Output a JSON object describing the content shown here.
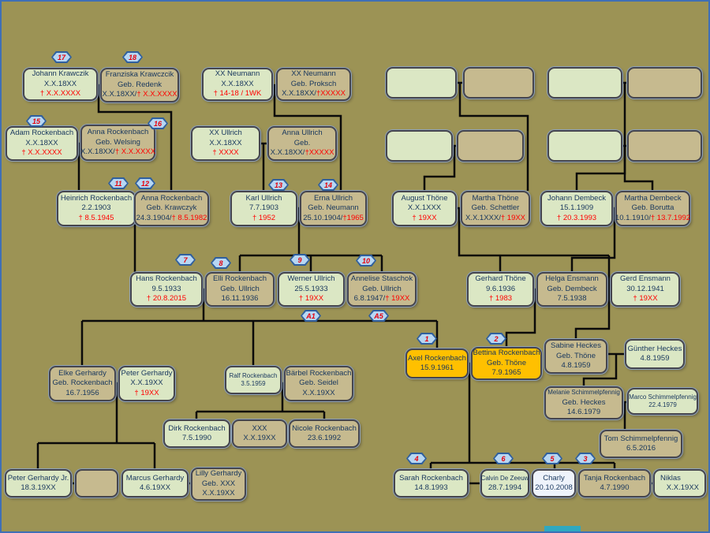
{
  "palette": {
    "background": "#9c9355",
    "frame_border": "#3f6fb5",
    "box_green": "#dbe7c4",
    "box_tan": "#c6ba8f",
    "box_orange": "#ffc000",
    "box_white": "#eef3fb",
    "connector_line": "#000000",
    "text_navy": "#17365d",
    "death_red": "#ff0000",
    "badge_fill": "#b7d7f3",
    "badge_border": "#2f5f9e",
    "accent_teal": "#2fa8c0"
  },
  "badges": {
    "b1": "1",
    "b2": "2",
    "b3": "3",
    "b4": "4",
    "b5": "5",
    "b6": "6",
    "b7": "7",
    "b8": "8",
    "b9": "9",
    "b10": "10",
    "b11": "11",
    "b12": "12",
    "b13": "13",
    "b14": "14",
    "b15": "15",
    "b16": "16",
    "b17": "17",
    "b18": "18",
    "bA1": "A1",
    "bA5": "A5"
  },
  "persons": {
    "johann_krawczik": {
      "name": "Johann Krawczik",
      "l2": "X.X.18XX",
      "red": "† X.X.XXXX"
    },
    "franziska_krawczcik": {
      "name": "Franziska Krawczcik",
      "l2": "Geb. Redenk",
      "l3": "X.X.18XX/",
      "red": "† X.X.XXXX"
    },
    "xx_neumann_m": {
      "name": "XX Neumann",
      "l2": "X.X.18XX",
      "red": "† 14-18 / 1WK"
    },
    "xx_neumann_f": {
      "name": "XX Neumann",
      "l2": "Geb. Proksch",
      "l3": "X.X.18XX/",
      "red": "†XXXXX"
    },
    "adam_rockenbach": {
      "name": "Adam Rockenbach",
      "l2": "X.X.18XX",
      "red": "† X.X.XXXX"
    },
    "anna_rockenbach_welsing": {
      "name": "Anna Rockenbach",
      "l2": "Geb. Welsing",
      "l3": "X.X.18XX/",
      "red": "† X.X.XXXX"
    },
    "xx_ullrich": {
      "name": "XX Ullrich",
      "l2": "X.X.18XX",
      "red": "† XXXX"
    },
    "anna_ullrich": {
      "name": "Anna Ullrich",
      "l2": "Geb.",
      "l3": "X.X.18XX/",
      "red": "†XXXXX"
    },
    "heinrich_rockenbach": {
      "name": "Heinrich Rockenbach",
      "l2": "2.2.1903",
      "red": "† 8.5.1945"
    },
    "anna_rockenbach_krawczyk": {
      "name": "Anna Rockenbach",
      "l2": "Geb. Krawczyk",
      "l3": "24.3.1904/",
      "red": "† 8.5.1982"
    },
    "karl_ullrich": {
      "name": "Karl Ullrich",
      "l2": "7.7.1903",
      "red": "† 1952"
    },
    "erna_ullrich": {
      "name": "Erna Ullrich",
      "l2": "Geb. Neumann",
      "l3": "25.10.1904/",
      "red": "†1965"
    },
    "august_thoene": {
      "name": "August Thöne",
      "l2": "X.X.1XXX",
      "red": "† 19XX"
    },
    "martha_thoene": {
      "name": "Martha Thöne",
      "l2": "Geb. Schettler",
      "l3": "X.X.1XXX/",
      "red": "† 19XX"
    },
    "johann_dembeck": {
      "name": "Johann Dembeck",
      "l2": "15.1.1909",
      "red": "† 20.3.1993"
    },
    "martha_dembeck": {
      "name": "Martha Dembeck",
      "l2": "Geb. Borutta",
      "l3": "10.1.1910/",
      "red": "† 13.7.1992"
    },
    "hans_rockenbach": {
      "name": "Hans Rockenbach",
      "l2": "9.5.1933",
      "red": "† 20.8.2015"
    },
    "elli_rockenbach": {
      "name": "Elli Rockenbach",
      "l2": "Geb. Ullrich",
      "l3": "16.11.1936"
    },
    "werner_ullrich": {
      "name": "Werner Ullrich",
      "l2": "25.5.1933",
      "red": "† 19XX"
    },
    "annelise_staschok": {
      "name": "Annelise Staschok",
      "l2": "Geb. Ullrich",
      "l3": "6.8.1947/",
      "red": "† 19XX"
    },
    "gerhard_thoene": {
      "name": "Gerhard Thöne",
      "l2": "9.6.1936",
      "red": "† 1983"
    },
    "helga_ensmann": {
      "name": "Helga Ensmann",
      "l2": "Geb. Dembeck",
      "l3": "7.5.1938"
    },
    "gerd_ensmann": {
      "name": "Gerd Ensmann",
      "l2": "30.12.1941",
      "red": "† 19XX"
    },
    "axel_rockenbach": {
      "name": "Axel Rockenbach",
      "l2": "15.9.1961"
    },
    "bettina_rockenbach": {
      "name": "Bettina Rockenbach",
      "l2": "Geb. Thöne",
      "l3": "7.9.1965"
    },
    "sabine_heckes": {
      "name": "Sabine Heckes",
      "l2": "Geb. Thöne",
      "l3": "4.8.1959"
    },
    "guenther_heckes": {
      "name": "Günther Heckes",
      "l2": "4.8.1959"
    },
    "elke_gerhardy": {
      "name": "Elke Gerhardy",
      "l2": "Geb. Rockenbach",
      "l3": "16.7.1956"
    },
    "peter_gerhardy": {
      "name": "Peter Gerhardy",
      "l2": "X.X.19XX",
      "red": "† 19XX"
    },
    "ralf_rockenbach": {
      "name": "Ralf Rockenbach",
      "l2": "3.5.1959"
    },
    "baerbel_rockenbach": {
      "name": "Bärbel Rockenbach",
      "l2": "Geb. Seidel",
      "l3": "X.X.19XX"
    },
    "melanie_schimmelpfennig": {
      "name": "Melanie Schimmelpfennig",
      "l2": "Geb. Heckes",
      "l3": "14.6.1979"
    },
    "marco_schimmelpfennig": {
      "name": "Marco Schimmelpfennig",
      "l2": "22.4.1979"
    },
    "dirk_rockenbach": {
      "name": "Dirk Rockenbach",
      "l2": "7.5.1990"
    },
    "xxx_partner": {
      "name": "XXX",
      "l2": "X.X.19XX"
    },
    "nicole_rockenbach": {
      "name": "Nicole Rockenbach",
      "l2": "23.6.1992"
    },
    "tom_schimmelpfennig": {
      "name": "Tom Schimmelpfennig",
      "l2": "6.5.2016"
    },
    "peter_gerhardy_jr": {
      "name": "Peter Gerhardy Jr.",
      "l2": "18.3.19XX"
    },
    "marcus_gerhardy": {
      "name": "Marcus Gerhardy",
      "l2": "4.6.19XX"
    },
    "lilly_gerhardy": {
      "name": "Lilly Gerhardy",
      "l2": "Geb. XXX",
      "l3": "X.X.19XX"
    },
    "sarah_rockenbach": {
      "name": "Sarah Rockenbach",
      "l2": "14.8.1993"
    },
    "calvin_de_zeeuw": {
      "name": "Calvin De Zeeuw",
      "l2": "28.7.1994"
    },
    "charly": {
      "name": "Charly",
      "l2": "20.10.2008"
    },
    "tanja_rockenbach": {
      "name": "Tanja Rockenbach",
      "l2": "4.7.1990"
    },
    "niklas": {
      "name": "Niklas",
      "l2": "X.X.19XX"
    }
  }
}
